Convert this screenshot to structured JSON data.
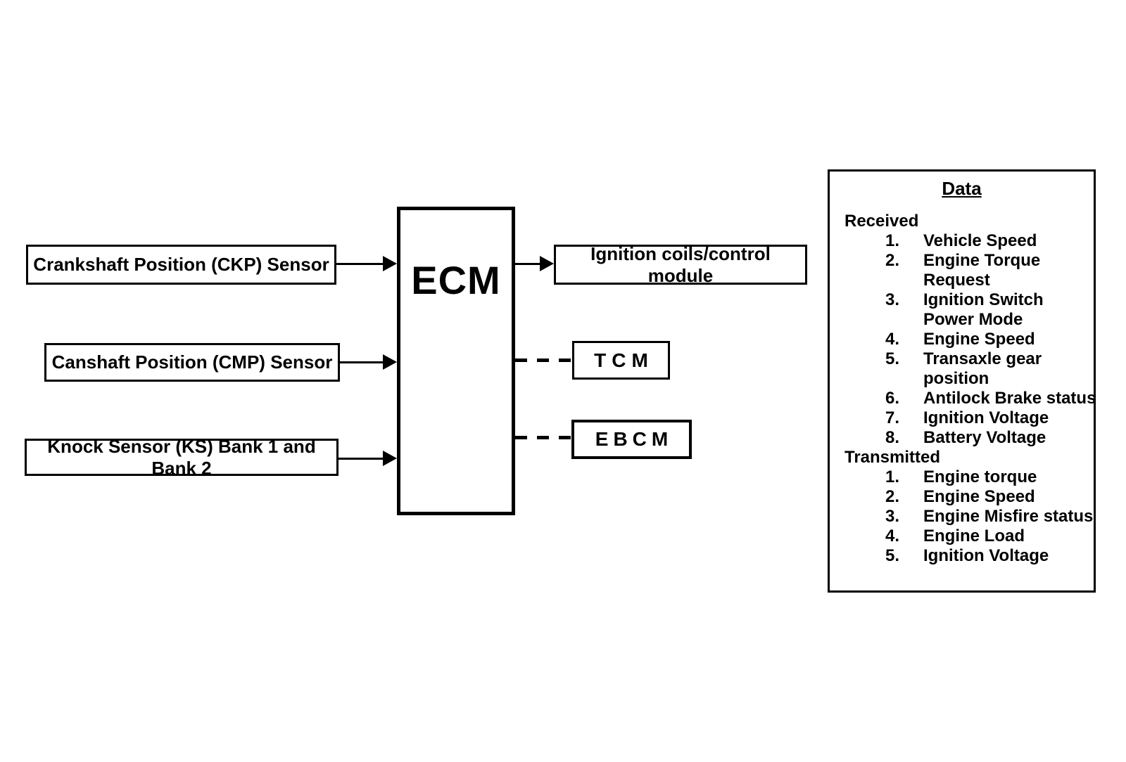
{
  "colors": {
    "ink": "#000000",
    "background": "#ffffff"
  },
  "nodes": {
    "inputs": [
      {
        "label": "Crankshaft Position (CKP) Sensor"
      },
      {
        "label": "Canshaft Position (CMP) Sensor"
      },
      {
        "label": "Knock Sensor (KS) Bank 1 and Bank 2"
      }
    ],
    "ecm": {
      "label": "ECM"
    },
    "ignition": {
      "label": "Ignition coils/control module"
    },
    "tcm": {
      "label": "TCM"
    },
    "ebcm": {
      "label": "EBCM"
    }
  },
  "data_panel": {
    "title": "Data",
    "sections": [
      {
        "heading": "Received",
        "items": [
          [
            "Vehicle Speed"
          ],
          [
            "Engine Torque",
            "Request"
          ],
          [
            "Ignition Switch",
            "Power Mode"
          ],
          [
            "Engine Speed"
          ],
          [
            "Transaxle gear",
            "position"
          ],
          [
            "Antilock Brake status"
          ],
          [
            "Ignition Voltage"
          ],
          [
            "Battery Voltage"
          ]
        ]
      },
      {
        "heading": "Transmitted",
        "items": [
          [
            "Engine torque"
          ],
          [
            "Engine Speed"
          ],
          [
            "Engine Misfire status"
          ],
          [
            "Engine Load"
          ],
          [
            "Ignition Voltage"
          ]
        ]
      }
    ]
  }
}
